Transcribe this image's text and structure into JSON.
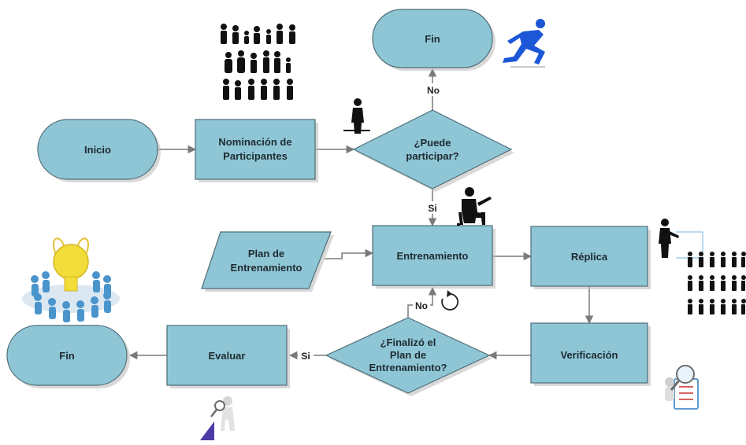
{
  "diagram": {
    "nodes": {
      "inicio": "Inicio",
      "nominacion": [
        "Nominación de",
        "Participantes"
      ],
      "puede": [
        "¿Puede",
        "participar?"
      ],
      "fin_top": "Fin",
      "plan": [
        "Plan de",
        "Entrenamiento"
      ],
      "entrenamiento": "Entrenamiento",
      "replica": "Réplica",
      "verificacion": "Verificación",
      "finalizo": [
        "¿Finalizó el",
        "Plan de",
        "Entrenamiento?"
      ],
      "evaluar": "Evaluar",
      "fin_bottom": "Fin"
    },
    "edge_labels": {
      "no_top": "No",
      "si_down": "Si",
      "no_loop": "No",
      "si_left": "Si"
    },
    "icons": [
      "people-group-icon",
      "runner-icon",
      "standing-person-icon",
      "student-writing-icon",
      "presenter-group-icon",
      "teamwork-bulb-icon",
      "magnifier-checklist-icon",
      "magnifier-chart-icon",
      "refresh-icon"
    ],
    "colors": {
      "node_fill": "#8ec6d6",
      "node_stroke": "#4f6d77",
      "edge": "#7a7a7a",
      "runner": "#1c57d8"
    }
  }
}
